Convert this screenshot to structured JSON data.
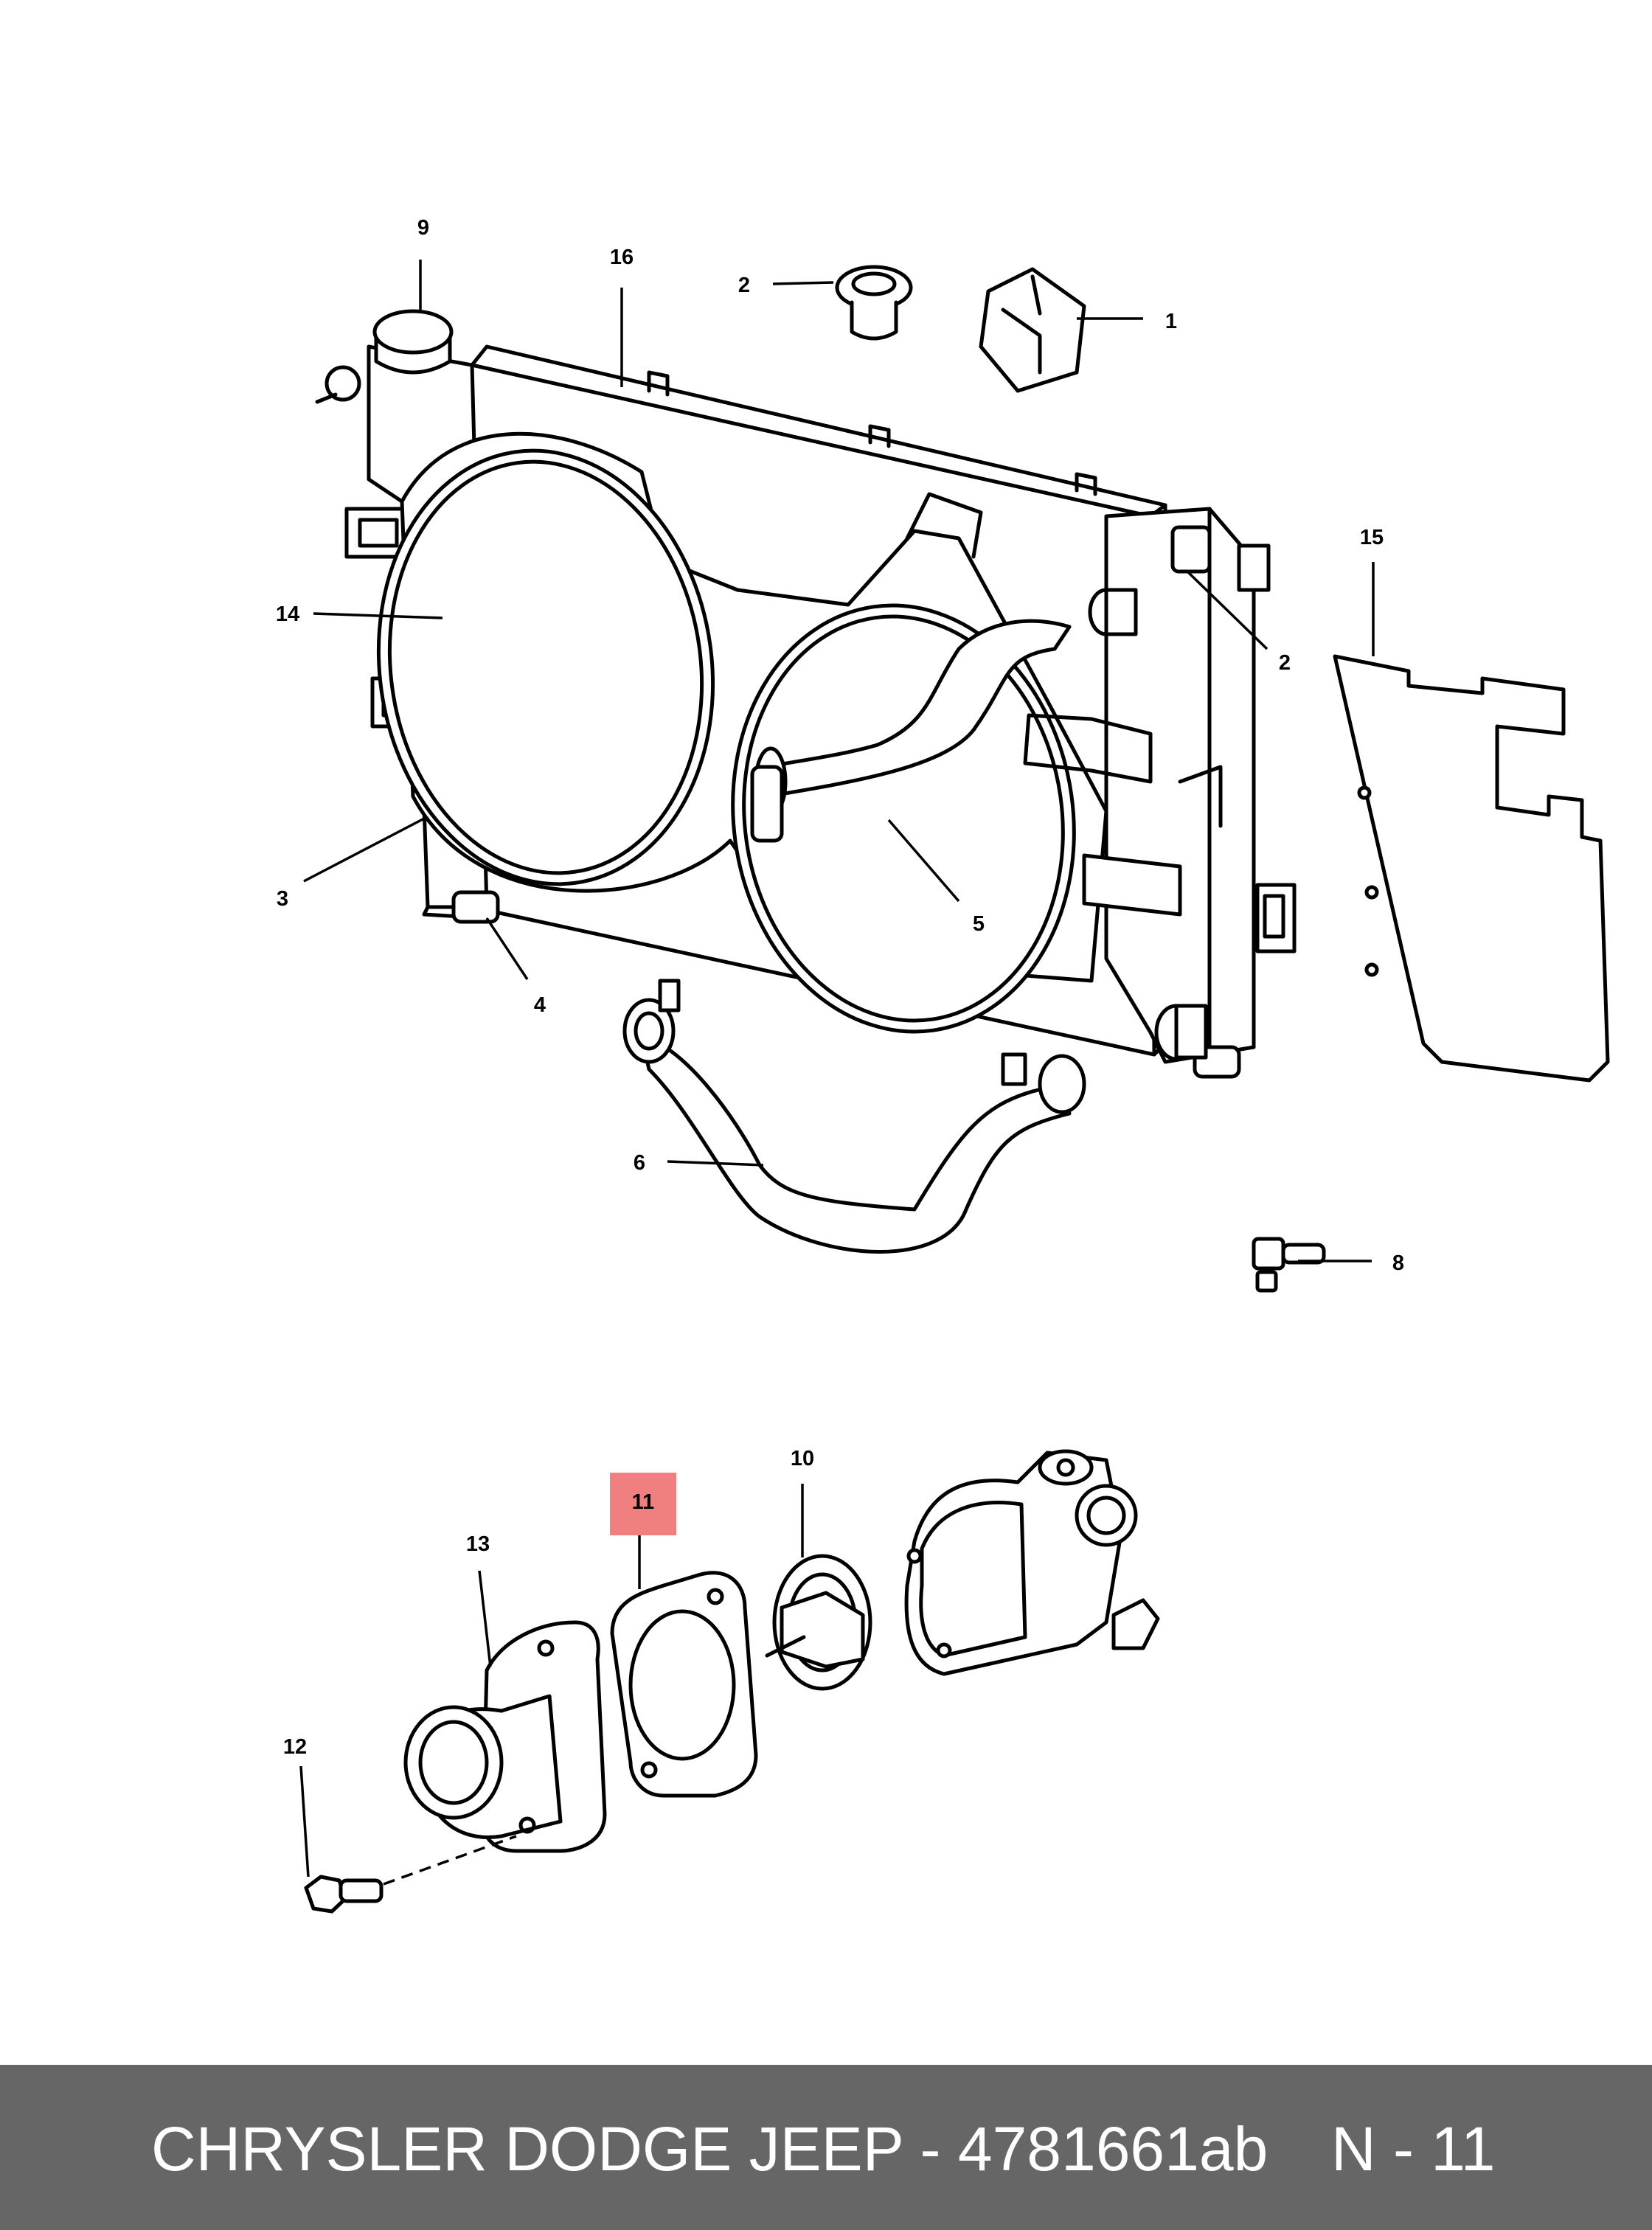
{
  "callouts": {
    "c1": "1",
    "c2a": "2",
    "c2b": "2",
    "c3": "3",
    "c4": "4",
    "c5": "5",
    "c6": "6",
    "c8": "8",
    "c9": "9",
    "c10": "10",
    "c11": "11",
    "c12": "12",
    "c13": "13",
    "c14": "14",
    "c15": "15",
    "c16": "16"
  },
  "highlighted_callout": "11",
  "highlight_color": "#f08080",
  "footer": {
    "part_text": "CHRYSLER DODGE JEEP - 4781661ab",
    "code_text": "N - 11",
    "background_color": "#666666",
    "text_color": "#ffffff"
  }
}
